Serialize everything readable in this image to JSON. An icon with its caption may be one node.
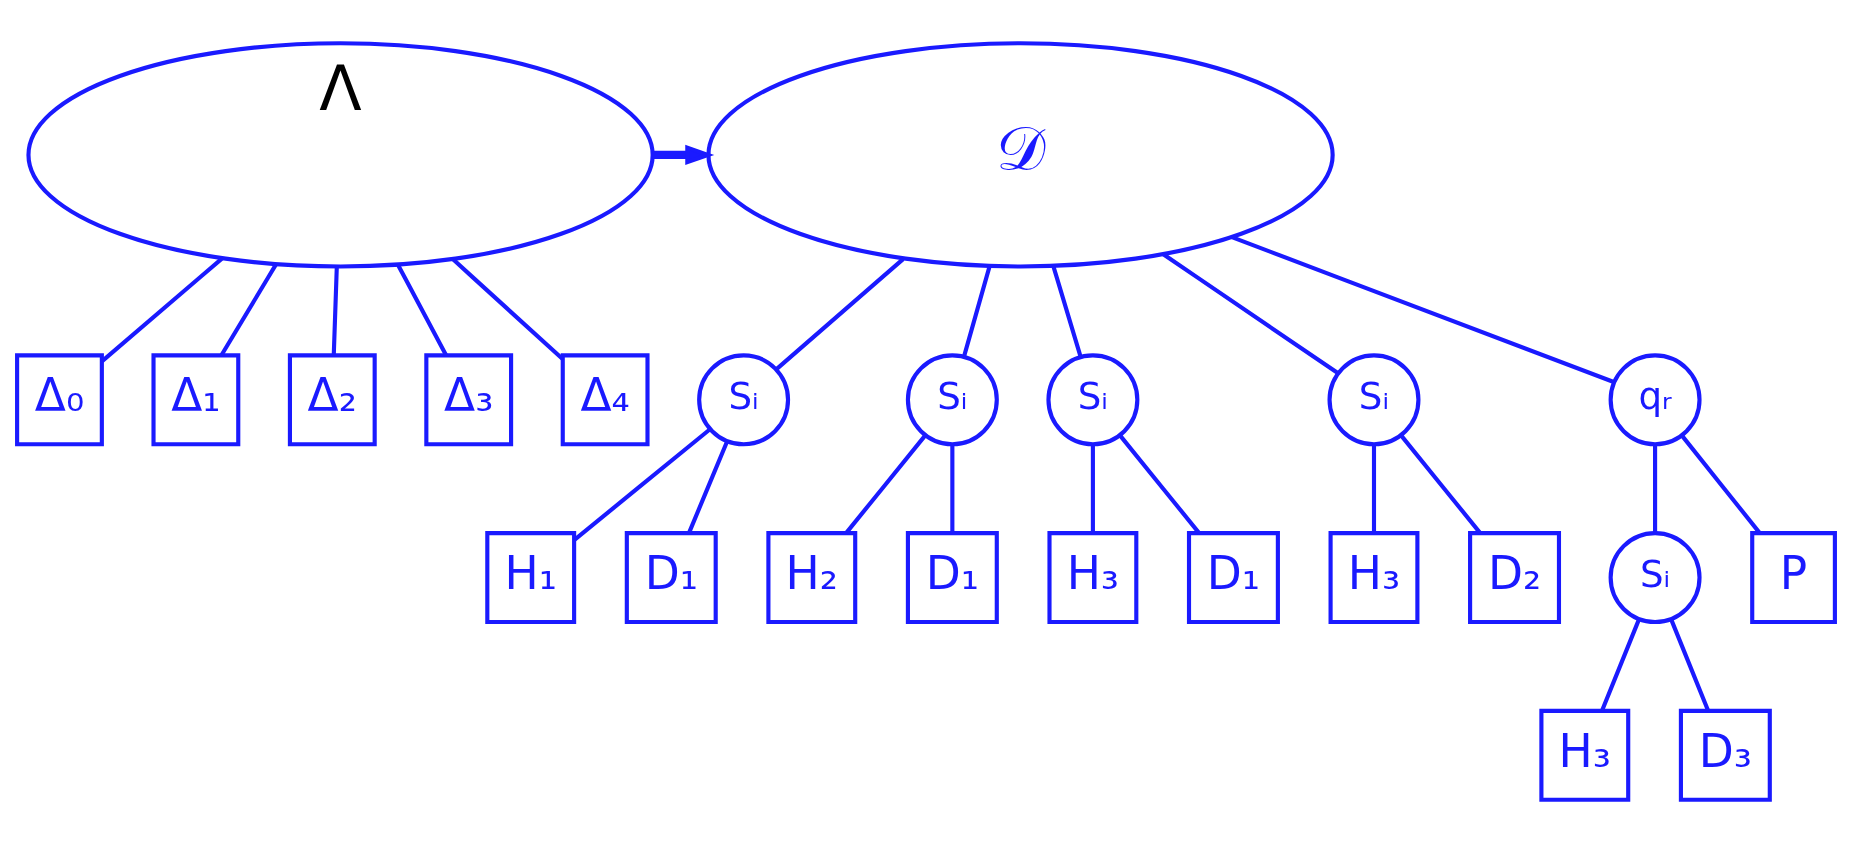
{
  "diagram": {
    "nodes": [
      {
        "text": [
          "Λ"
        ]
      },
      {
        "text": [
          "Δ₀"
        ]
      },
      {
        "text": [
          "Δ₁"
        ]
      },
      {
        "text": [
          "Δ₂"
        ]
      },
      {
        "text": [
          "Δ₃"
        ]
      },
      {
        "text": [
          "Δ₄"
        ]
      },
      {
        "text": [
          "𝒟"
        ]
      },
      {
        "text": [
          "Sᵢ"
        ]
      },
      {
        "text": [
          "H₁"
        ]
      },
      {
        "text": [
          "D₁"
        ]
      },
      {
        "text": [
          "Sᵢ"
        ]
      },
      {
        "text": [
          "H₂"
        ]
      },
      {
        "text": [
          "D₁"
        ]
      },
      {
        "text": [
          "Sᵢ"
        ]
      },
      {
        "text": [
          "H₃"
        ]
      },
      {
        "text": [
          "D₁"
        ]
      },
      {
        "text": [
          "Sᵢ"
        ]
      },
      {
        "text": [
          "H₃"
        ]
      },
      {
        "text": [
          "D₂"
        ]
      },
      {
        "text": [
          "qᵣ"
        ]
      },
      {
        "text": [
          "Sᵢ"
        ]
      },
      {
        "text": [
          "H₃"
        ]
      },
      {
        "text": [
          "D₃"
        ]
      },
      {
        "text": [
          "P"
        ]
      }
    ],
    "edges": [
      {
        "from": 0,
        "to": 1,
        "arrow": "none"
      },
      {
        "from": 0,
        "to": 2,
        "arrow": "none"
      },
      {
        "from": 0,
        "to": 3,
        "arrow": "none"
      },
      {
        "from": 0,
        "to": 4,
        "arrow": "none"
      },
      {
        "from": 0,
        "to": 5,
        "arrow": "none"
      },
      {
        "from": 0,
        "to": 6,
        "arrow": "to"
      },
      {
        "from": 6,
        "to": 7,
        "arrow": "none"
      },
      {
        "from": 6,
        "to": 10,
        "arrow": "none"
      },
      {
        "from": 6,
        "to": 13,
        "arrow": "none"
      },
      {
        "from": 6,
        "to": 16,
        "arrow": "none"
      },
      {
        "from": 6,
        "to": 19,
        "arrow": "none"
      },
      {
        "from": 7,
        "to": 8,
        "arrow": "none"
      },
      {
        "from": 7,
        "to": 9,
        "arrow": "none"
      },
      {
        "from": 10,
        "to": 11,
        "arrow": "none"
      },
      {
        "from": 10,
        "to": 12,
        "arrow": "none"
      },
      {
        "from": 13,
        "to": 14,
        "arrow": "none"
      },
      {
        "from": 13,
        "to": 15,
        "arrow": "none"
      },
      {
        "from": 16,
        "to": 17,
        "arrow": "none"
      },
      {
        "from": 16,
        "to": 18,
        "arrow": "none"
      },
      {
        "from": 19,
        "to": 20,
        "arrow": "none"
      },
      {
        "from": 19,
        "to": 23,
        "arrow": "none"
      },
      {
        "from": 20,
        "to": 21,
        "arrow": "none"
      },
      {
        "from": 20,
        "to": 22,
        "arrow": "none"
      }
    ]
  }
}
